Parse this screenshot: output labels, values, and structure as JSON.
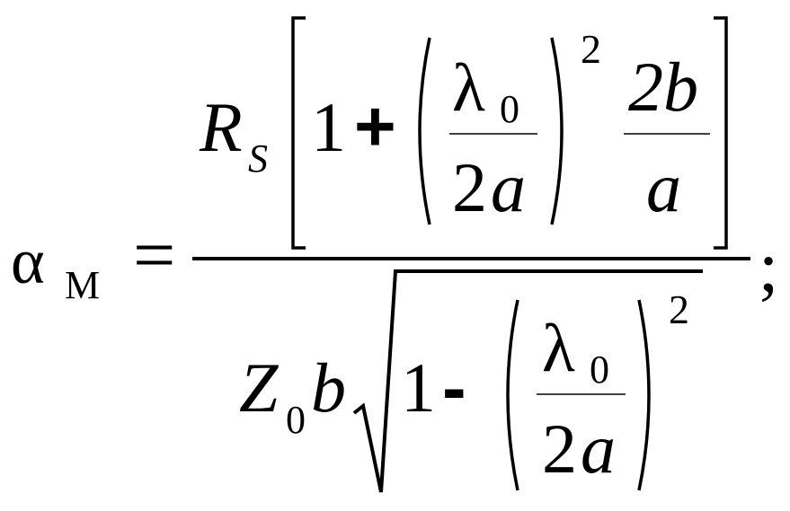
{
  "formula": {
    "lhs": {
      "symbol": "α",
      "subscript": "M"
    },
    "equals": "=",
    "numerator": {
      "R": "R",
      "R_sub": "S",
      "one": "1",
      "plus": "+",
      "lambda": "λ",
      "lambda_sub": "0",
      "den_two": "2",
      "den_a": "a",
      "exponent": "2",
      "frac2_num": "2b",
      "frac2_den": "a"
    },
    "denominator": {
      "Z": "Z",
      "Z_sub": "0",
      "b": "b",
      "one": "1",
      "minus": "-",
      "lambda": "λ",
      "lambda_sub": "0",
      "den_two": "2",
      "den_a": "a",
      "exponent": "2"
    },
    "terminator": ";"
  }
}
